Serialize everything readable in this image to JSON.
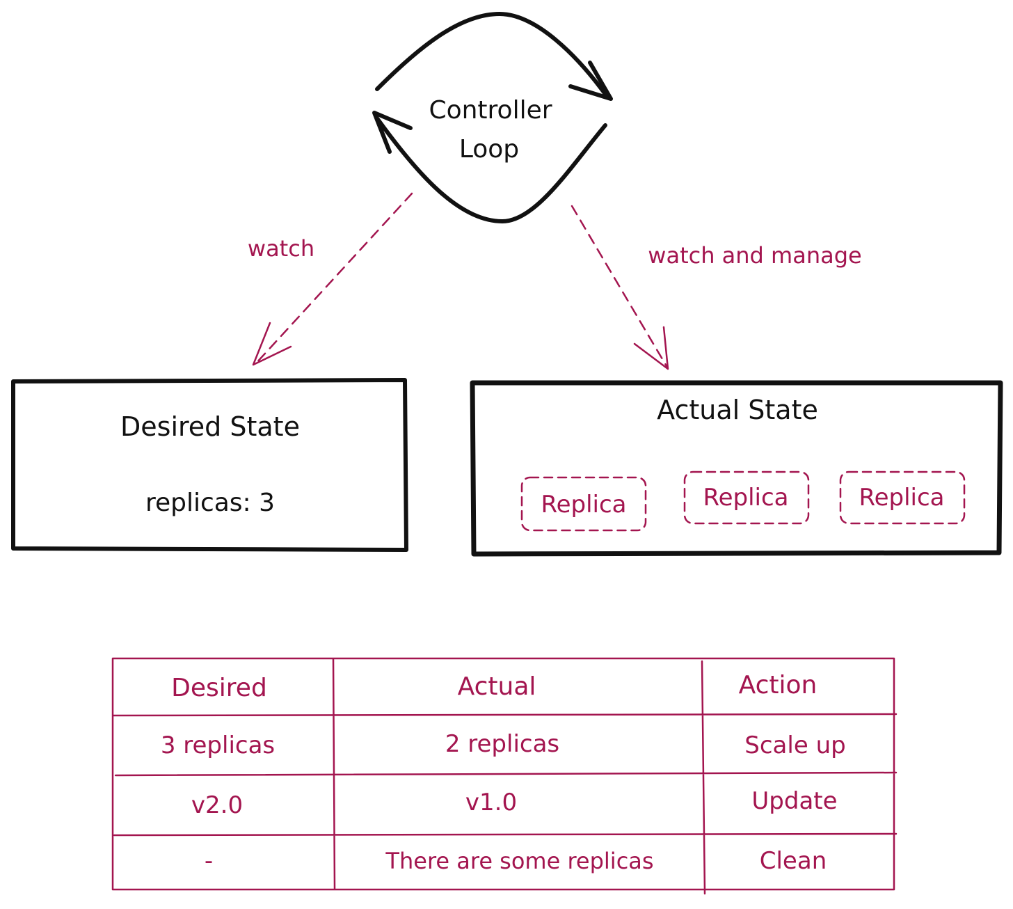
{
  "colors": {
    "ink": "#111111",
    "accent": "#a3154f",
    "background": "#ffffff"
  },
  "loop": {
    "line1": "Controller",
    "line2": "Loop"
  },
  "edges": {
    "left_label": "watch",
    "right_label": "watch and manage"
  },
  "desired_box": {
    "title": "Desired State",
    "value": "replicas: 3"
  },
  "actual_box": {
    "title": "Actual State",
    "replicas": [
      "Replica",
      "Replica",
      "Replica"
    ]
  },
  "table": {
    "headers": [
      "Desired",
      "Actual",
      "Action"
    ],
    "rows": [
      [
        "3 replicas",
        "2 replicas",
        "Scale up"
      ],
      [
        "v2.0",
        "v1.0",
        "Update"
      ],
      [
        "-",
        "There are some replicas",
        "Clean"
      ]
    ]
  }
}
